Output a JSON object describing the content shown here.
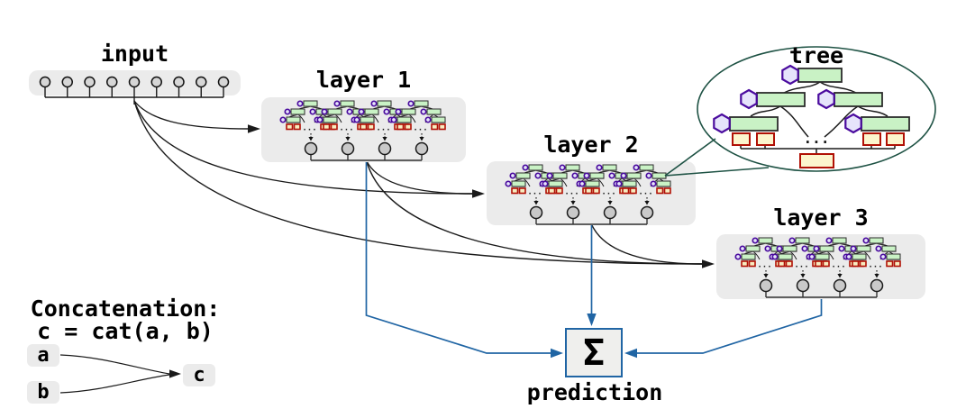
{
  "diagram": {
    "input": {
      "label": "input",
      "num_features": 9
    },
    "layers": [
      {
        "label": "layer 1",
        "num_trees": 4,
        "num_outputs": 4
      },
      {
        "label": "layer 2",
        "num_trees": 4,
        "num_outputs": 4
      },
      {
        "label": "layer 3",
        "num_trees": 4,
        "num_outputs": 4
      }
    ],
    "tree_callout": {
      "label": "tree",
      "levels_shown": 3,
      "num_inner_nodes_shown": 5,
      "num_leaves_shown": 4,
      "num_outputs": 1,
      "ellipsis": "..."
    },
    "aggregator": {
      "symbol": "Σ",
      "label": "prediction"
    },
    "legend": {
      "title_line1": "Concatenation:",
      "title_line2": "c = cat(a, b)",
      "input_a": "a",
      "input_b": "b",
      "output_c": "c"
    },
    "connections": [
      "input -> layer 1",
      "input -> layer 2",
      "input -> layer 3",
      "layer 1 -> layer 2",
      "layer 1 -> layer 3",
      "layer 2 -> layer 3",
      "layer 1 -> sum",
      "layer 2 -> sum",
      "layer 3 -> sum",
      "sum -> prediction"
    ]
  },
  "colors": {
    "accent_blue": "#2065a4",
    "arrow_black": "#1a1a1a",
    "box_gray": "#ebebeb",
    "node_green_fill": "#c9f2c5",
    "node_green_stroke": "#2e2e2e",
    "hex_fill": "#e6e4fb",
    "hex_stroke": "#4a0b9e",
    "leaf_fill": "#fcf5cd",
    "leaf_stroke": "#b01005",
    "mini_leaf_fill": "#f7ecc0",
    "bubble_green": "#1e5244",
    "sigma_bg": "#efefed",
    "circle_fill": "#c9c9c9"
  }
}
